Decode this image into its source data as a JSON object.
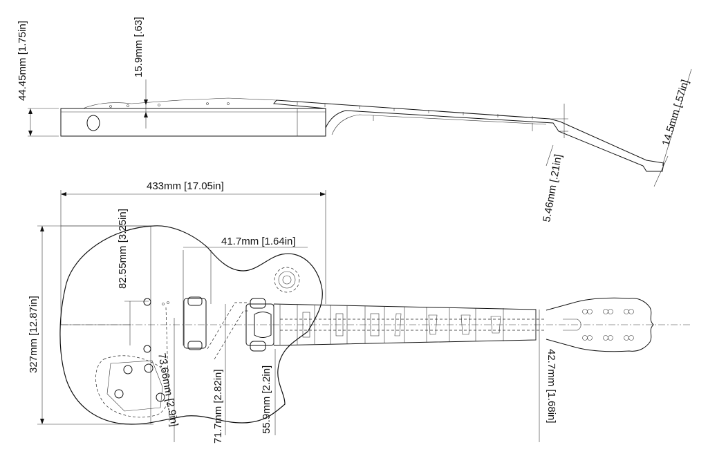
{
  "side_view": {
    "dim_total_depth": "44.45mm [1.75in]",
    "dim_top_carve": "15.9mm [.63]",
    "dim_nut_step": "5.46mm [.21in]",
    "dim_headstock_thickness": "14.5mm [.57in]"
  },
  "top_view": {
    "dim_overall_length": "433mm [17.05in]",
    "dim_body_width": "327mm [12.87in]",
    "dim_bridge_offset": "82.55mm [3.25in]",
    "dim_pickup_spacing": "41.7mm [1.64in]",
    "dim_tailpiece": "73.66mm [2.9in]",
    "dim_bridge_pickup": "71.7mm [2.82in]",
    "dim_neck_pickup": "55.9mm [2.2in]",
    "dim_nut_width": "42.7mm [1.68in]"
  },
  "colors": {
    "ink": "#111111",
    "background": "#ffffff"
  }
}
